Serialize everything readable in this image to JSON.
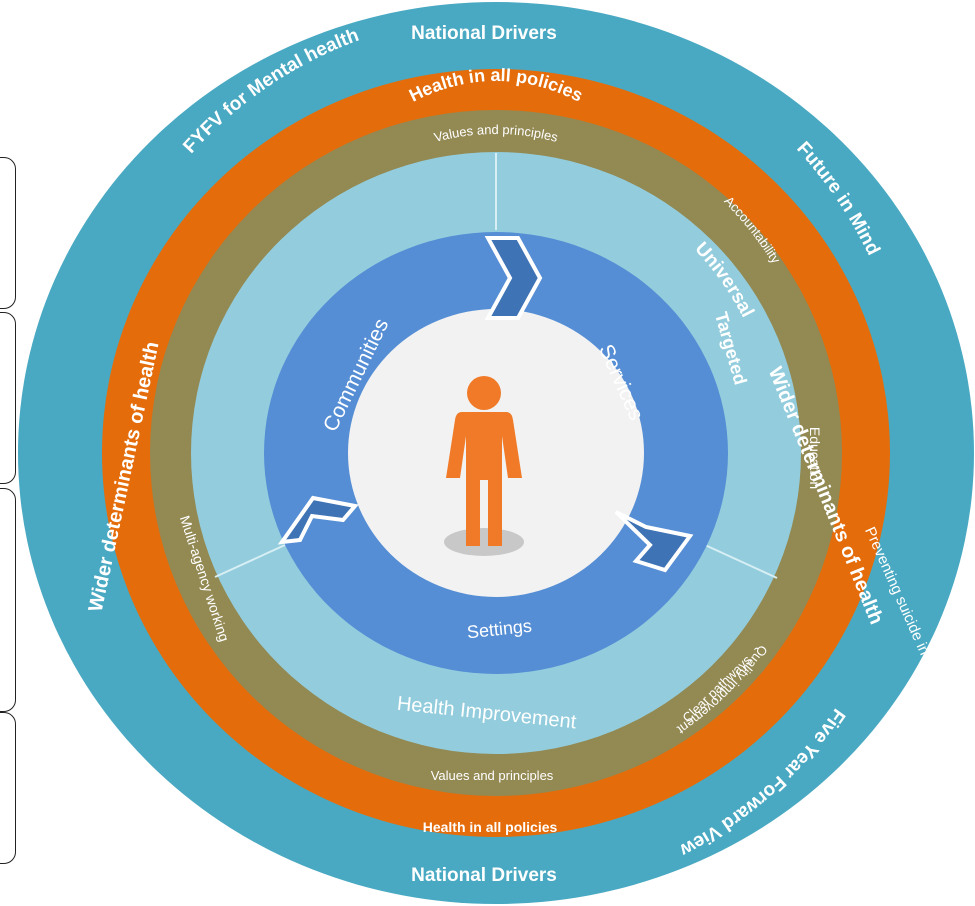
{
  "side_boxes": [
    "",
    "",
    "",
    ""
  ],
  "colors": {
    "outer": "#49A9C2",
    "orange": "#E46C0A",
    "olive": "#938953",
    "light": "#93CDDD",
    "mid": "#558ED5",
    "center": "#F2F2F2",
    "person": "#F07A28"
  },
  "outer_ring": {
    "top": "National Drivers",
    "bottom": "National Drivers",
    "upper_left": "Future in Mind",
    "upper_right": "Five Year Forward View",
    "lower_left": "FYFV for Mental health",
    "right": "Preventing suicide in England"
  },
  "orange_ring": {
    "top": "Health in all policies",
    "bottom": "Health in all policies",
    "left": "Wider determinants  of health",
    "right": "Wider determinants  of health"
  },
  "olive_ring": {
    "top": "Values and principles",
    "bottom": "Values and principles",
    "upper_left": "Accountability",
    "upper_right": "Quality improvement",
    "right": "Education",
    "lower_right": "Clear pathways",
    "left": "Multi-agency working"
  },
  "light_ring": {
    "universal": "Universal",
    "targeted": "Targeted",
    "health_improvement": "Health Improvement"
  },
  "dark_ring": {
    "communities": "Communities",
    "services": "Services",
    "settings": "Settings"
  },
  "center": {
    "icon": "person-icon"
  }
}
